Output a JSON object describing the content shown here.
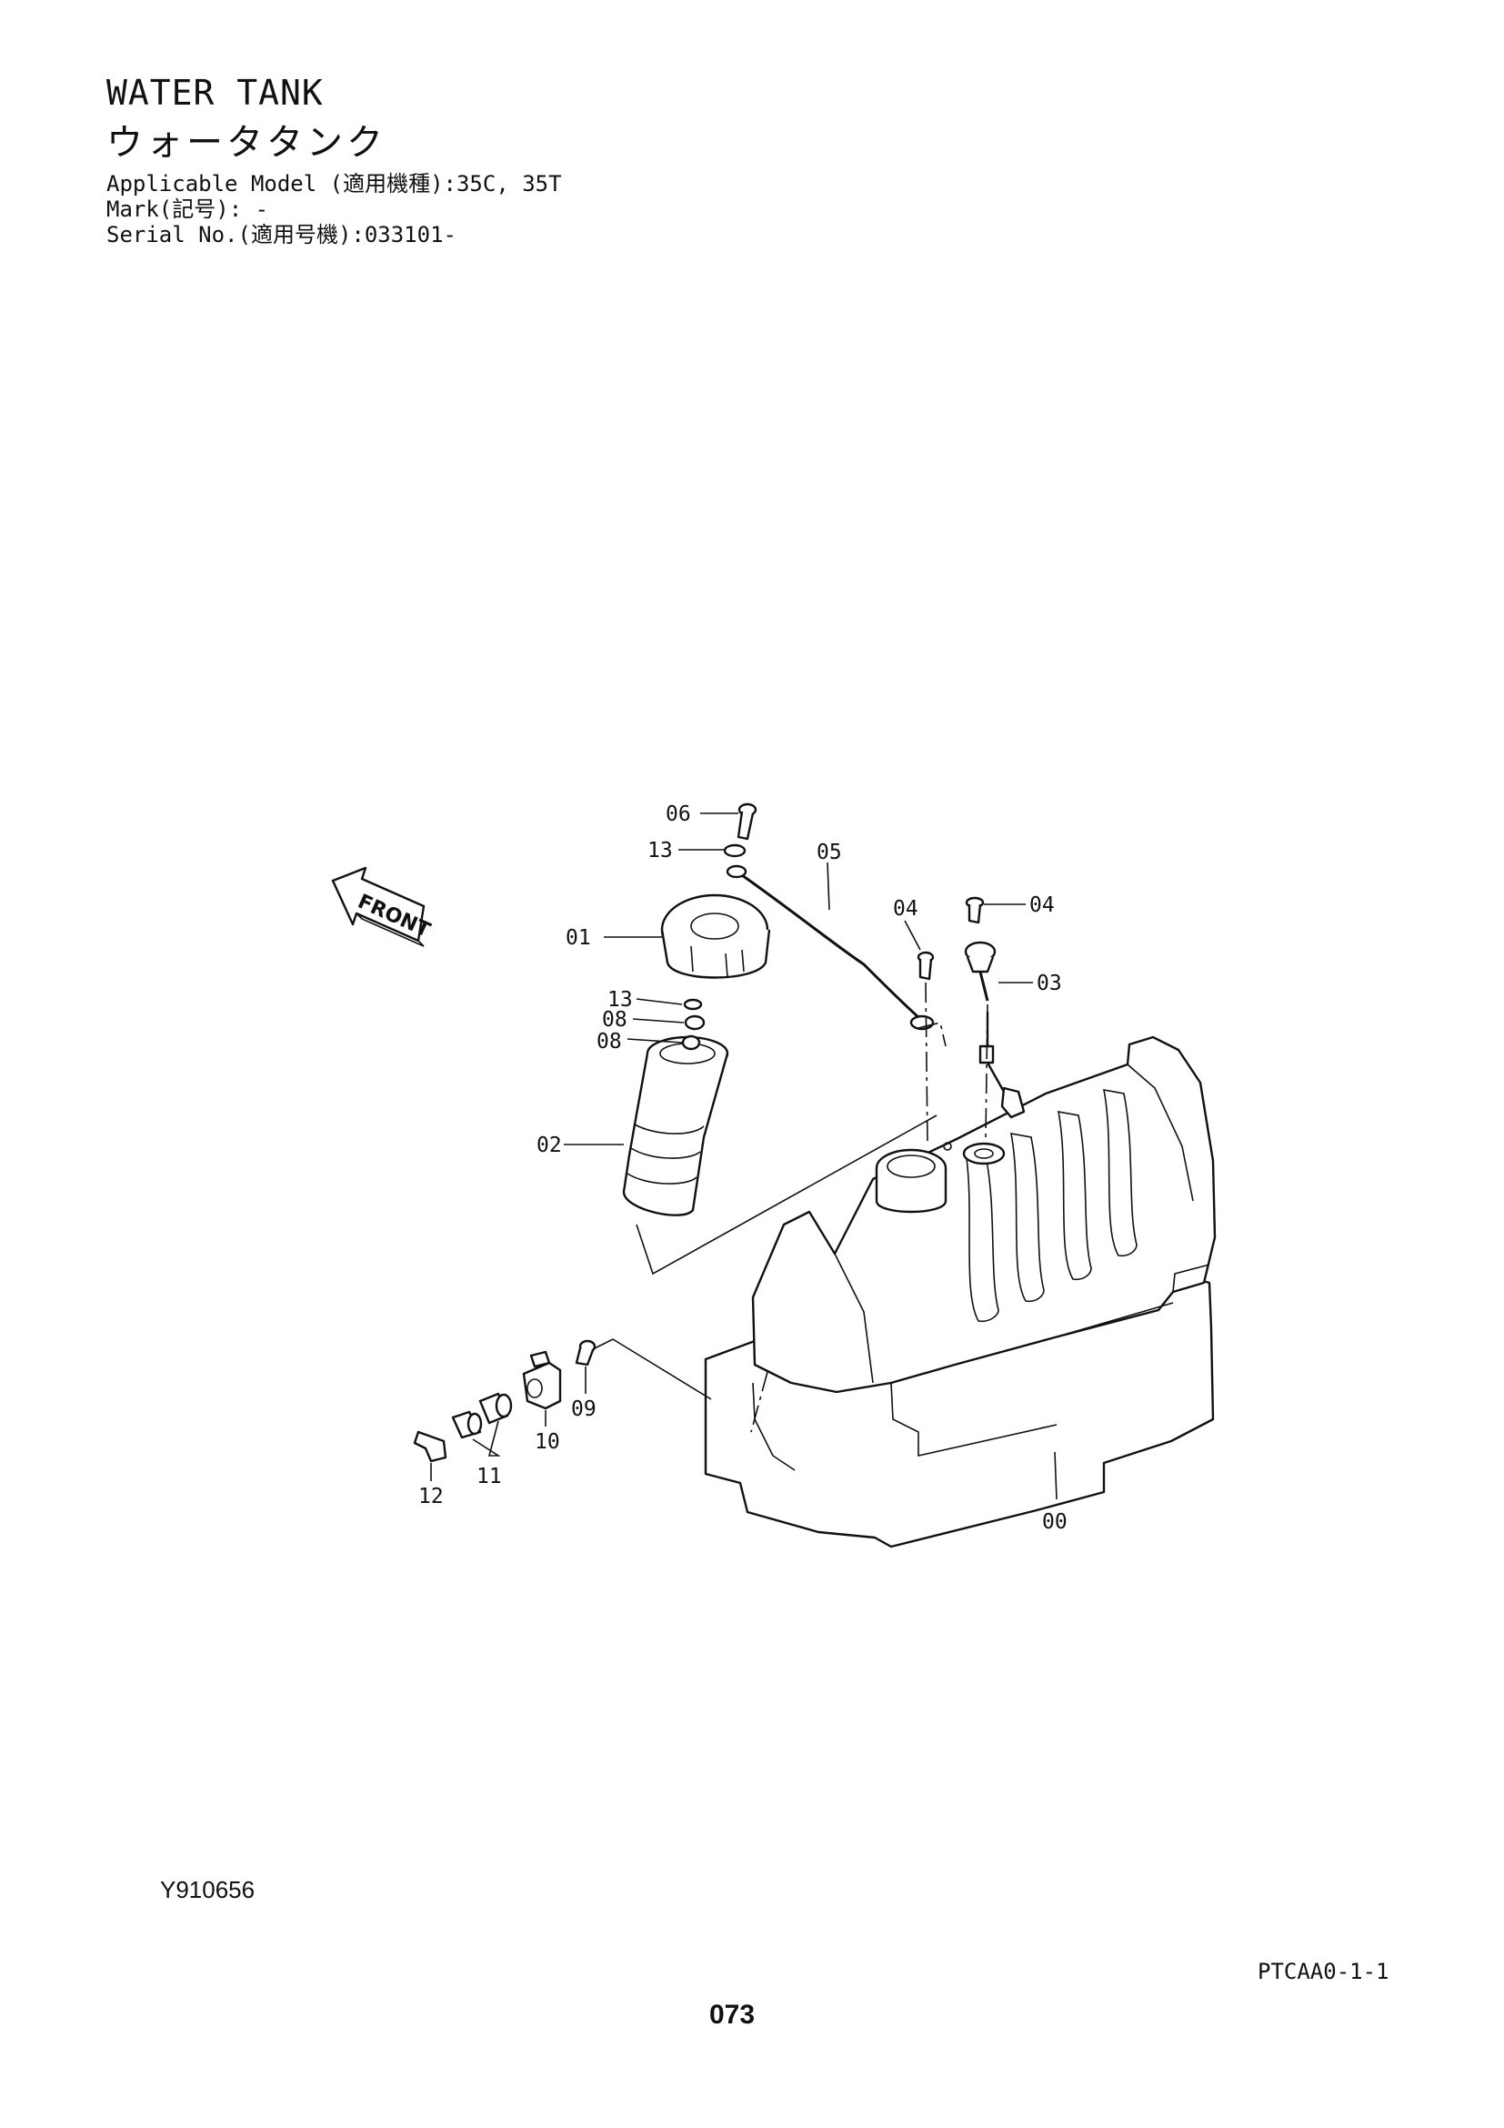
{
  "header": {
    "title_en": "WATER TANK",
    "title_ja": "ウォータタンク",
    "applicable_model": "Applicable Model (適用機種):35C, 35T",
    "mark": "Mark(記号): -",
    "serial_no": "Serial No.(適用号機):033101-"
  },
  "diagram": {
    "front_label": "FRONT",
    "callouts": {
      "c00": "00",
      "c01": "01",
      "c02": "02",
      "c03": "03",
      "c04a": "04",
      "c04b": "04",
      "c05": "05",
      "c06": "06",
      "c08a": "08",
      "c08b": "08",
      "c09": "09",
      "c10": "10",
      "c11": "11",
      "c12": "12",
      "c13a": "13",
      "c13b": "13"
    }
  },
  "footer": {
    "drawing_id": "Y910656",
    "sheet_ref": "PTCAA0-1-1",
    "page_number": "073"
  }
}
